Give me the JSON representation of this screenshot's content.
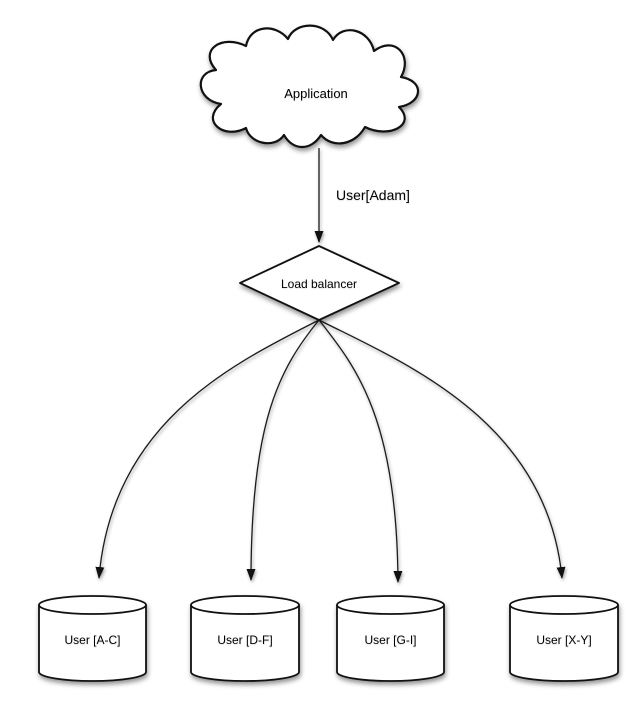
{
  "diagram": {
    "application": {
      "label": "Application",
      "shape": "cloud"
    },
    "edge_label": "User[Adam]",
    "load_balancer": {
      "label": "Load balancer",
      "shape": "diamond"
    },
    "shards": [
      {
        "label": "User [A-C]",
        "shape": "cylinder"
      },
      {
        "label": "User [D-F]",
        "shape": "cylinder"
      },
      {
        "label": "User [G-I]",
        "shape": "cylinder"
      },
      {
        "label": "User [X-Y]",
        "shape": "cylinder"
      }
    ],
    "colors": {
      "background": "#ffffff",
      "shape_fill": "#ffffff",
      "stroke": "#111111",
      "text": "#000000"
    }
  }
}
